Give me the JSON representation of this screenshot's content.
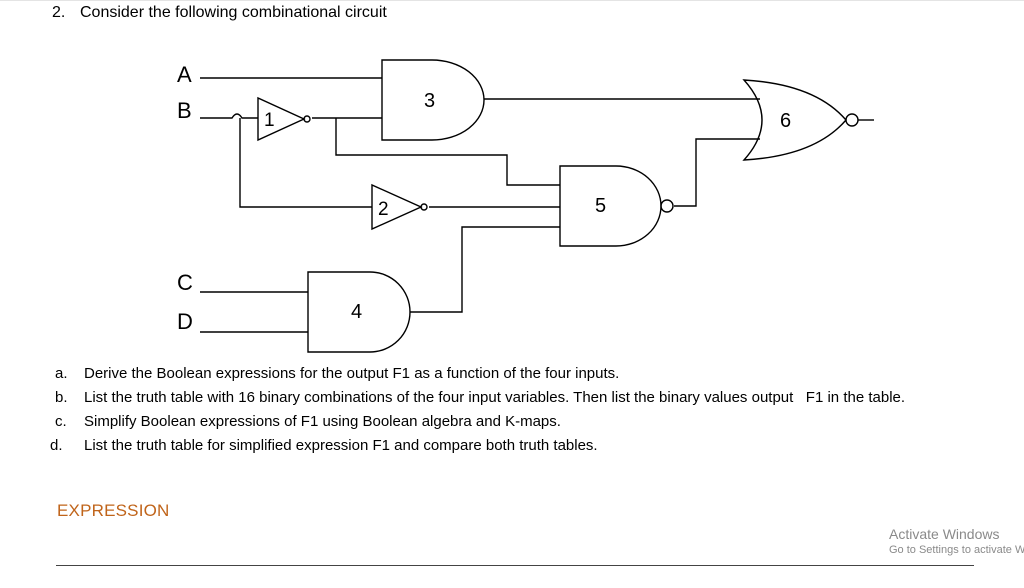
{
  "question": {
    "number": "2.",
    "title": "Consider the following combinational circuit"
  },
  "circuit": {
    "inputs": [
      "A",
      "B",
      "C",
      "D"
    ],
    "gates": [
      {
        "id": "1",
        "type": "NOT"
      },
      {
        "id": "2",
        "type": "NOT"
      },
      {
        "id": "3",
        "type": "AND"
      },
      {
        "id": "4",
        "type": "AND"
      },
      {
        "id": "5",
        "type": "NAND"
      },
      {
        "id": "6",
        "type": "NOR"
      }
    ]
  },
  "tasks": [
    {
      "mark": "a.",
      "text": "Derive the Boolean expressions for the output F1 as a function of the four inputs."
    },
    {
      "mark": "b.",
      "text": "List the truth table with 16 binary combinations of the four input variables. Then list the binary values output   F1 in the table."
    },
    {
      "mark": "c.",
      "text": "Simplify Boolean expressions of F1 using Boolean algebra and K-maps."
    },
    {
      "mark": "d.",
      "text": "List the truth table for simplified expression F1 and compare both truth tables."
    }
  ],
  "expression_heading": "EXPRESSION",
  "watermark": {
    "title": "Activate Windows",
    "subtitle": "Go to Settings to activate Windows."
  },
  "colors": {
    "expression": "#c0641a",
    "watermark": "#8a8a8a",
    "wire": "#000000"
  }
}
